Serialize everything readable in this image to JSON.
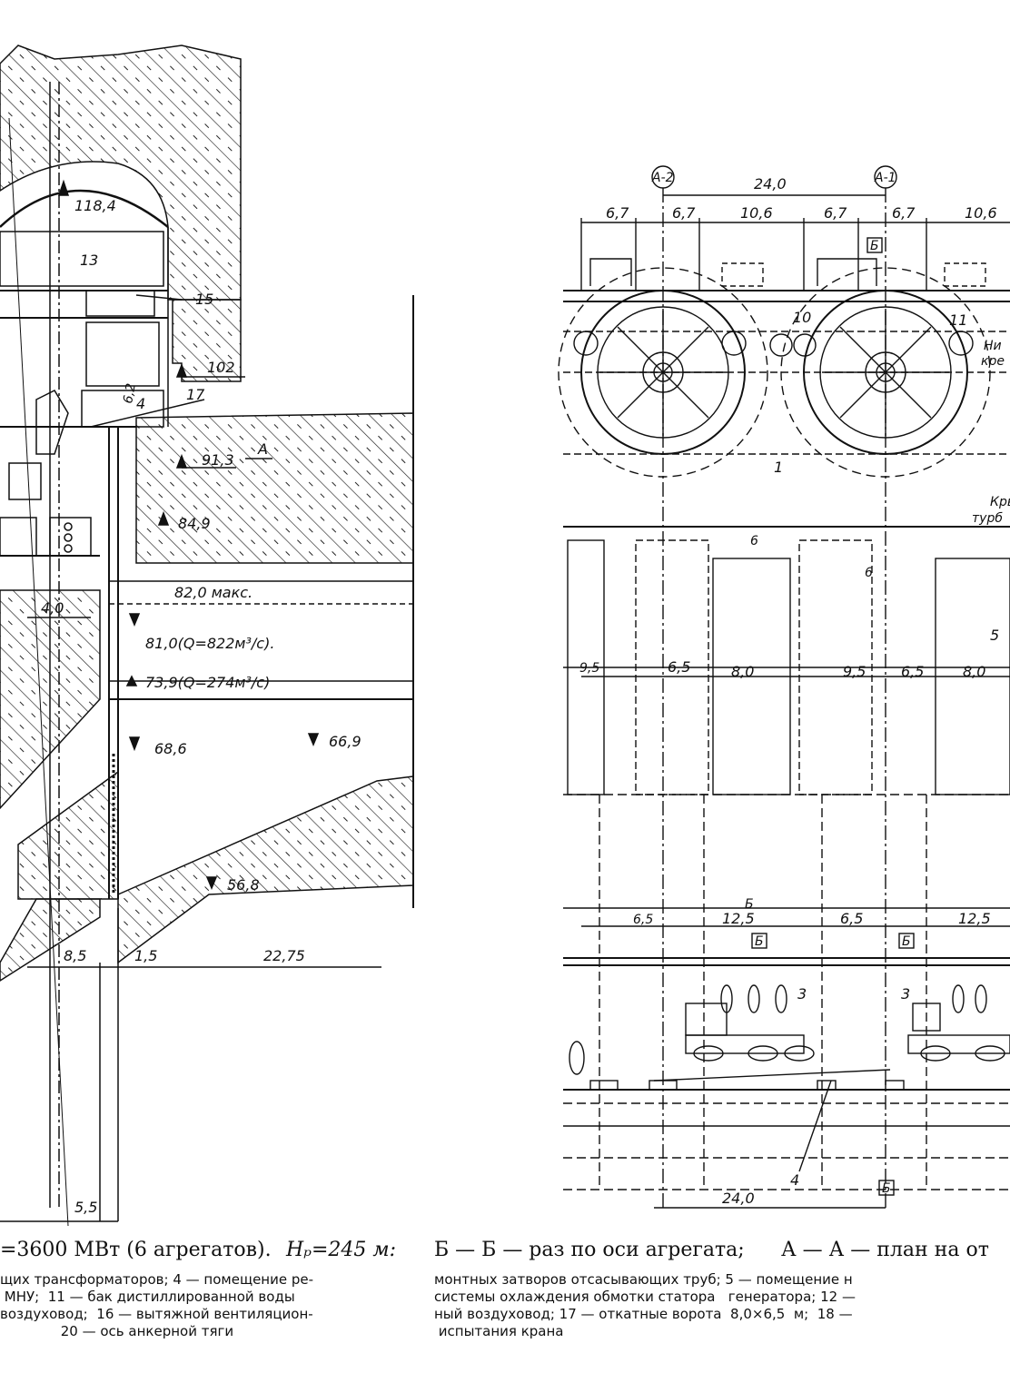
{
  "elevations": {
    "e118": "118,4",
    "e102": "102",
    "e91": "91,3",
    "e84": "84,9",
    "e82": "82,0 макс.",
    "e81": "81,0(Q=822м³/с).",
    "e73": "73,9(Q=274м³/с)",
    "e68": "68,6",
    "e66": "66,9",
    "e56": "56,8"
  },
  "section_dims": {
    "d40": "4,0",
    "d85": "8,5",
    "d15": "1,5",
    "d2275": "22,75",
    "d55": "5,5",
    "d62": "6,2"
  },
  "section_labels": {
    "n13": "13",
    "n15": "15",
    "n4": "4",
    "n17": "17",
    "cut_a": "А"
  },
  "plan_axes": {
    "a2": "А-2",
    "a1": "А-1"
  },
  "plan_dims": {
    "top_total": "24,0",
    "t1": "6,7",
    "t2": "6,7",
    "t3": "10,6",
    "t4": "6,7",
    "t5": "6,7",
    "t6": "10,6",
    "m1": "9,5",
    "m2": "6,5",
    "m3": "8,0",
    "m4": "9,5",
    "m5": "6,5",
    "m6": "8,0",
    "b1": "6,5",
    "b2": "12,5",
    "b3": "6,5",
    "b4": "12,5",
    "bottom_total": "24,0"
  },
  "plan_labels": {
    "n10": "10",
    "n11": "11",
    "n1": "1",
    "n3a": "3",
    "n3b": "3",
    "n4": "4",
    "n5": "5",
    "n6a": "6",
    "n6b": "6",
    "cut_b1": "Б",
    "cut_b2": "Б",
    "cut_b3": "Б",
    "cut_b4": "Б",
    "cut_b5": "Б",
    "frag_a": "Ни",
    "frag_b": "кре",
    "frag_c": "Кры",
    "frag_d": "турб"
  },
  "caption": {
    "part1": "=3600 МВт (6 агрегатов).",
    "part2": "Hₚ=245 м:",
    "part3": "Б — Б — раз по оси агрегата;",
    "part4": "А — А — план на от",
    "col1": "щих трансформаторов; 4 — помещение ре-\n МНУ;  11 — бак дистиллированной воды\nвоздуховод;  16 — вытяжной вентиляцион-\n              20 — ось анкерной тяги",
    "col2": "монтных затворов отсасывающих труб; 5 — помещение н\nсистемы охлаждения обмотки статора   генератора; 12 —\nный воздуховод; 17 — откатные ворота  8,0×6,5  м;  18 —\n испытания крана"
  }
}
